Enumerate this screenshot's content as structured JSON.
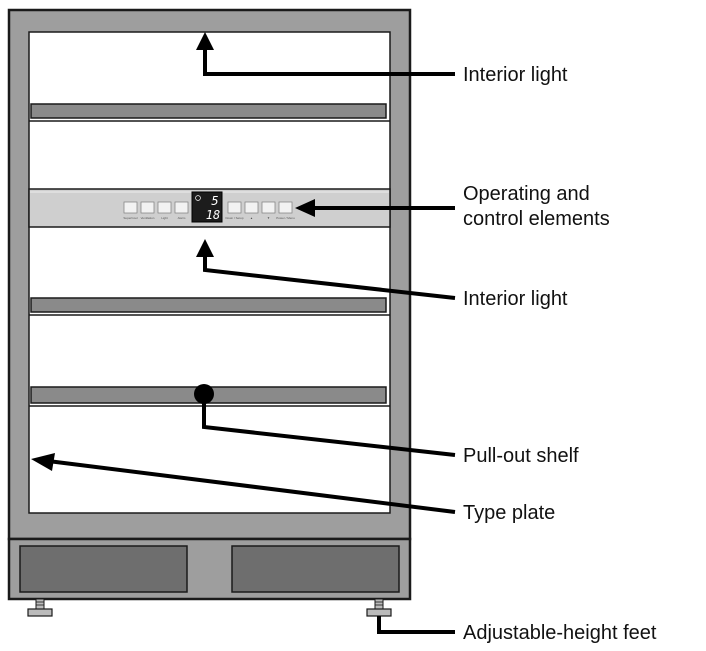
{
  "labels": {
    "interior_light_top": "Interior light",
    "operating_line1": "Operating and",
    "operating_line2": "control elements",
    "interior_light_bottom": "Interior light",
    "pull_out_shelf": "Pull-out shelf",
    "type_plate": "Type plate",
    "feet": "Adjustable-height feet"
  },
  "display": {
    "top_digit": "5",
    "bottom_digits": "18"
  },
  "buttons_left": [
    "SuperCool",
    "Ventilation",
    "Light",
    "Alarm"
  ],
  "buttons_right": [
    "Down / Setup",
    "▲",
    "▼",
    "Power / Menu"
  ],
  "colors": {
    "frame": "#9e9e9e",
    "outline": "#1a1a1a",
    "shelf": "#8a8a8a",
    "panel": "#cfcfcf",
    "display": "#1c1c1c"
  }
}
